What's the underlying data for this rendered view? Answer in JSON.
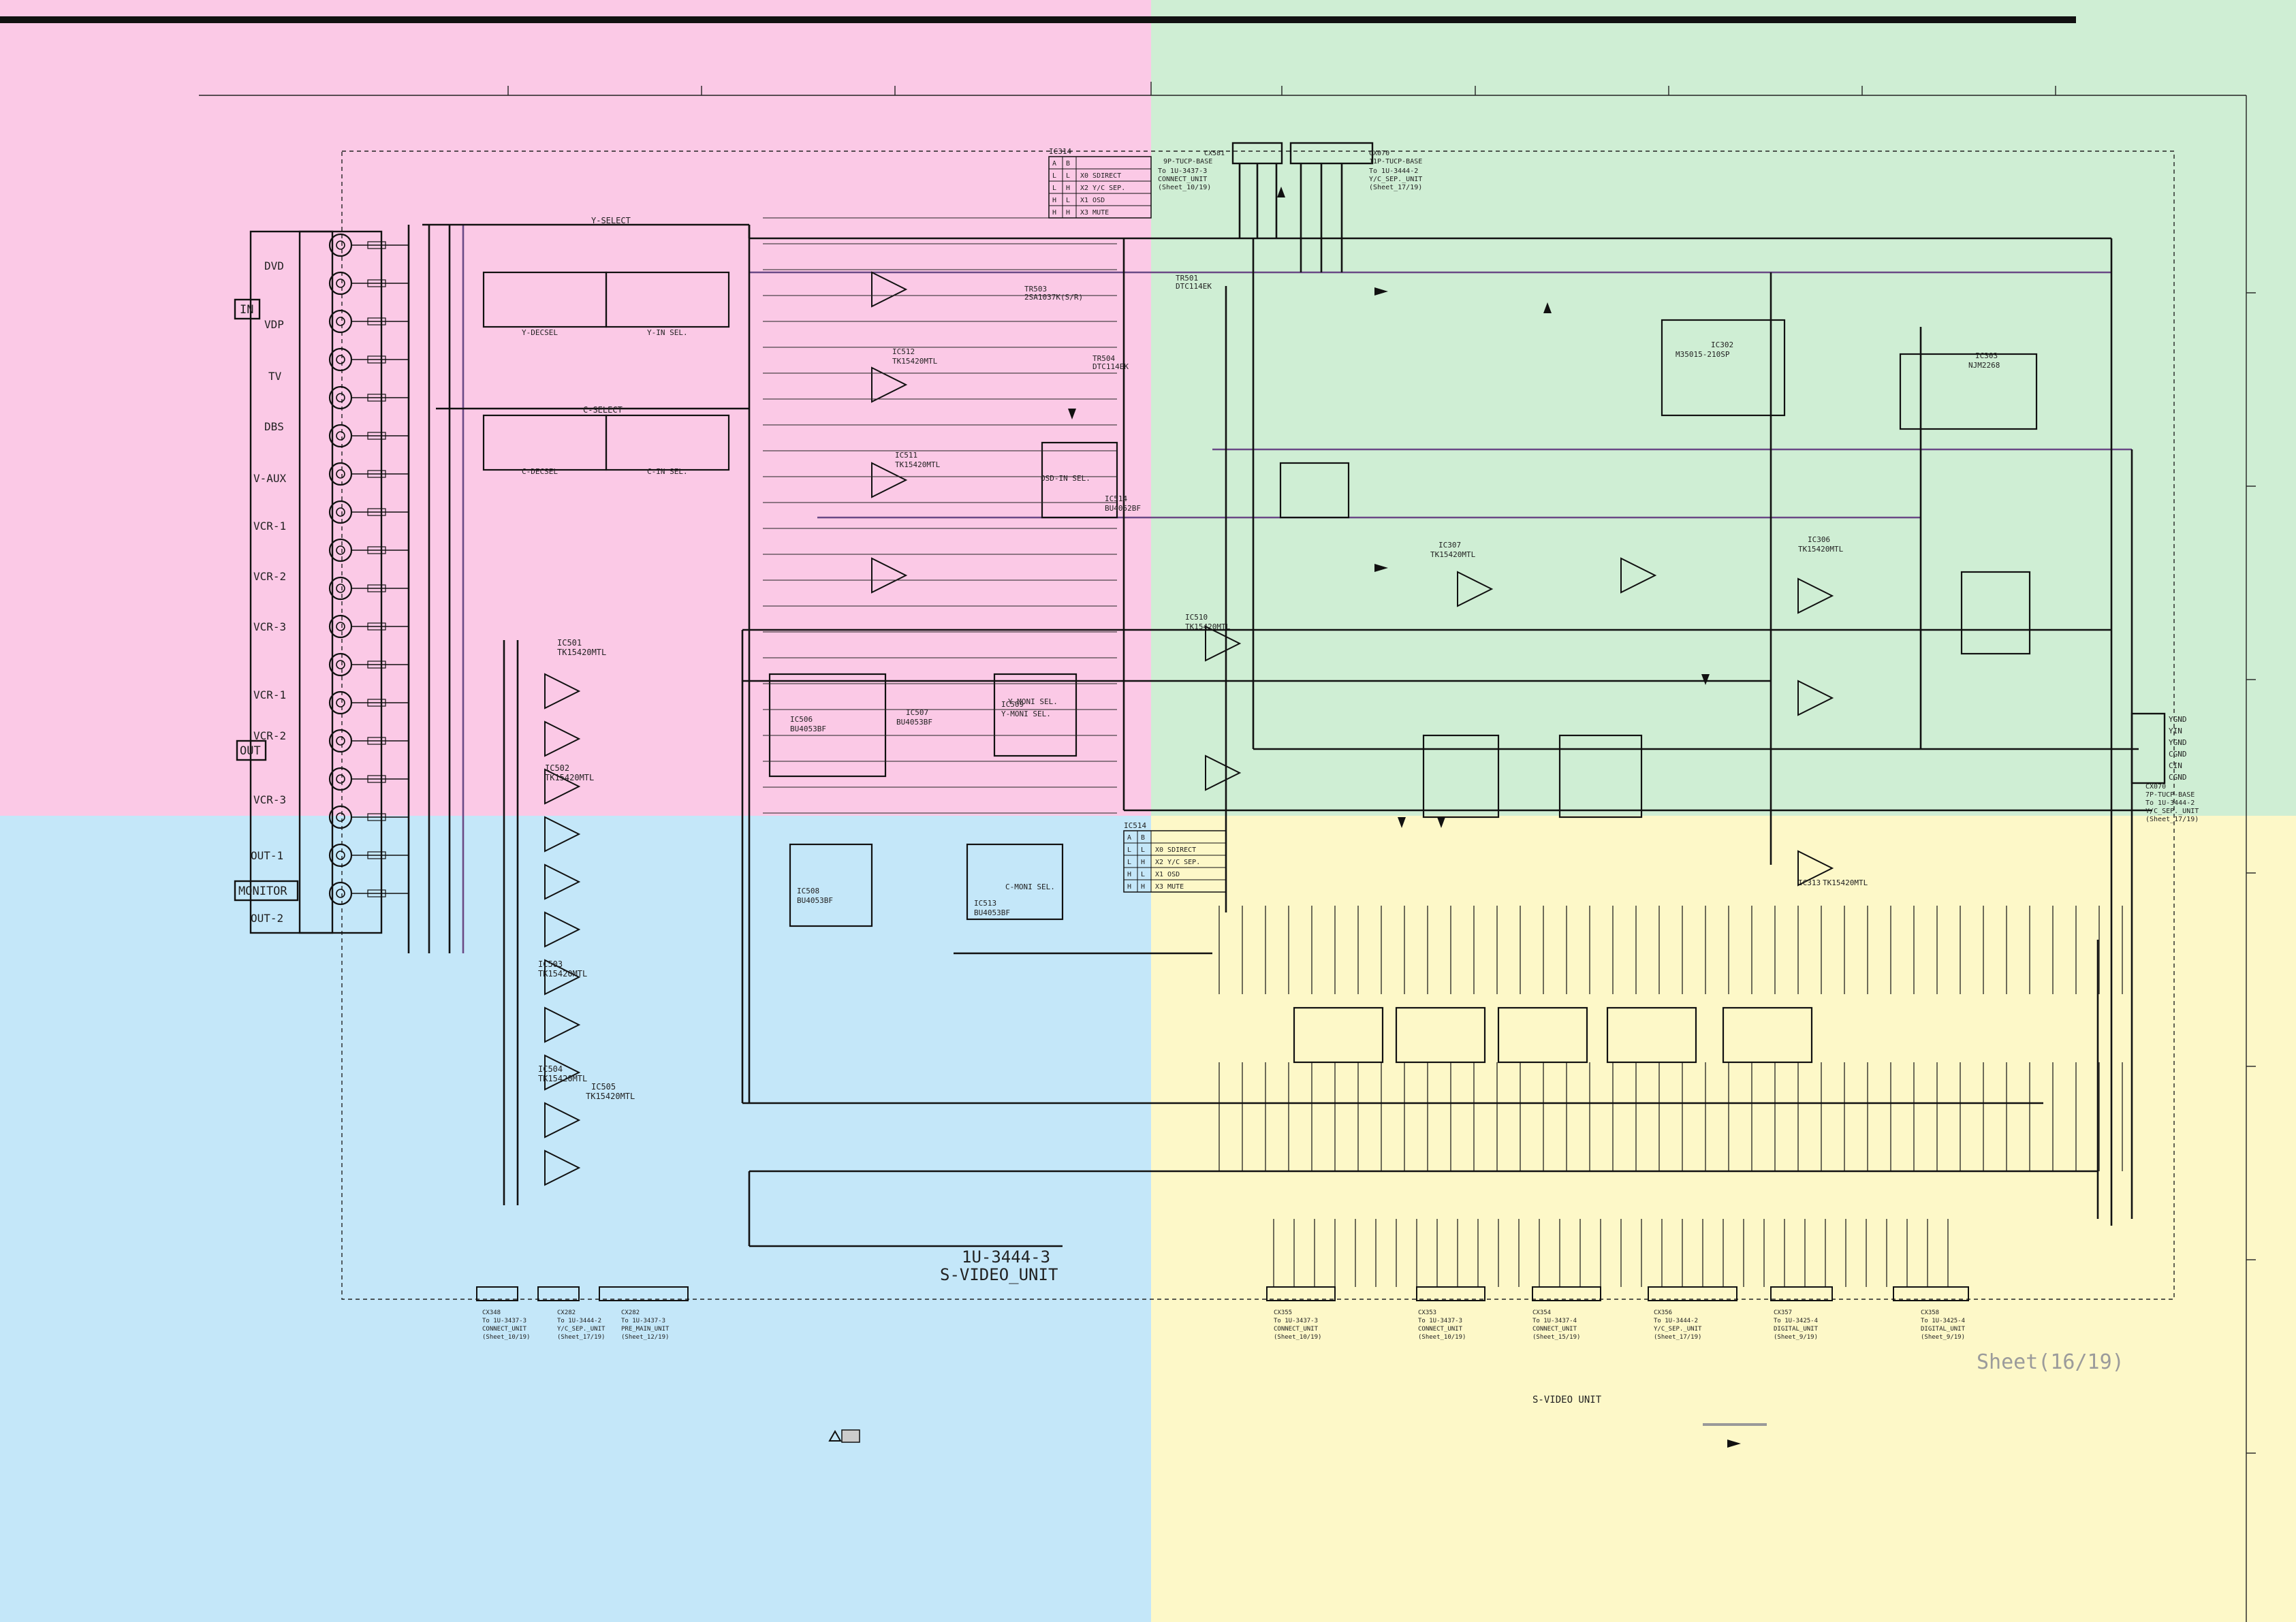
{
  "colors": {
    "top_left": "#fbc9e6",
    "top_right": "#cfeed4",
    "bottom_left": "#c4e7f9",
    "bottom_right": "#fdf8c8",
    "ink": "#111111",
    "wire_purple": "#6a4a86",
    "sheet_label": "#9b9b9b"
  },
  "unit_title": {
    "line1": "1U-3444-3",
    "line2": "S-VIDEO_UNIT"
  },
  "sheet_label": "Sheet(16/19)",
  "footer_label": "S-VIDEO UNIT",
  "left_groups": {
    "in": "IN",
    "out": "OUT",
    "monitor": "MONITOR"
  },
  "inputs": [
    "DVD",
    "VDP",
    "TV",
    "DBS",
    "V-AUX",
    "VCR-1",
    "VCR-2",
    "VCR-3"
  ],
  "outputs": [
    "VCR-1",
    "VCR-2",
    "VCR-3"
  ],
  "monitor_outputs": [
    "OUT-1",
    "OUT-2"
  ],
  "bus_labels": {
    "y_select": "Y-SELECT",
    "c_select": "C-SELECT"
  },
  "truth_tables": [
    {
      "name": "IC314",
      "header": [
        "A",
        "B",
        ""
      ],
      "rows": [
        [
          "L",
          "L",
          "X0 SDIRECT"
        ],
        [
          "L",
          "H",
          "X2 Y/C SEP."
        ],
        [
          "H",
          "L",
          "X1 OSD"
        ],
        [
          "H",
          "H",
          "X3 MUTE"
        ]
      ]
    },
    {
      "name": "IC514",
      "header": [
        "A",
        "B",
        ""
      ],
      "rows": [
        [
          "L",
          "L",
          "X0 SDIRECT"
        ],
        [
          "L",
          "H",
          "X2 Y/C SEP."
        ],
        [
          "H",
          "L",
          "X1 OSD"
        ],
        [
          "H",
          "H",
          "X3 MUTE"
        ]
      ]
    }
  ],
  "ics": [
    {
      "ref": "IC501",
      "part": "TK15420MTL"
    },
    {
      "ref": "IC502",
      "part": "TK15420MTL"
    },
    {
      "ref": "IC503",
      "part": "TK15420MTL"
    },
    {
      "ref": "IC504",
      "part": "TK15420MTL"
    },
    {
      "ref": "IC505",
      "part": "TK15420MTL"
    },
    {
      "ref": "IC506",
      "part": "BU4053BF"
    },
    {
      "ref": "IC507",
      "part": "BU4053BF"
    },
    {
      "ref": "IC508",
      "part": "BU4053BF"
    },
    {
      "ref": "IC509",
      "part": "Y-MONI SEL."
    },
    {
      "ref": "IC510",
      "part": "TK15420MTL"
    },
    {
      "ref": "IC511",
      "part": "TK15420MTL"
    },
    {
      "ref": "IC512",
      "part": "TK15420MTL"
    },
    {
      "ref": "IC513",
      "part": "BU4053BF"
    },
    {
      "ref": "IC514",
      "part": "BU4052BF"
    },
    {
      "ref": "IC302",
      "part": "M35015-210SP"
    },
    {
      "ref": "IC303",
      "part": "NJM2268"
    },
    {
      "ref": "IC306",
      "part": "TK15420MTL"
    },
    {
      "ref": "IC307",
      "part": "TK15420MTL"
    },
    {
      "ref": "IC313",
      "part": "TK15420MTL"
    }
  ],
  "mux_blocks": [
    {
      "name": "Y-DECSEL",
      "sub": "Y-IN SEL."
    },
    {
      "name": "C-DECSEL",
      "sub": "C-IN SEL."
    },
    {
      "name": "OSD-IN SEL."
    },
    {
      "name": "Y-MONI SEL."
    },
    {
      "name": "C-MONI SEL."
    }
  ],
  "transistors": [
    {
      "ref": "TR501",
      "part": "DTC114EK"
    },
    {
      "ref": "TR503",
      "part": "2SA1037K(S/R)"
    },
    {
      "ref": "TR504",
      "part": "DTC114EK"
    }
  ],
  "connectors": [
    {
      "ref": "CX581",
      "title": "9P-TUCP-BASE",
      "to": "To 1U-3437-3",
      "unit": "CONNECT_UNIT",
      "sheet": "(Sheet_10/19)"
    },
    {
      "ref": "CX070",
      "title": "11P-TUCP-BASE",
      "to": "To 1U-3444-2",
      "unit": "Y/C_SEP._UNIT",
      "sheet": "(Sheet_17/19)"
    },
    {
      "ref": "CX070",
      "title": "7P-TUCP-BASE",
      "to": "To 1U-3444-2",
      "unit": "Y/C_SEP._UNIT",
      "sheet": "(Sheet_17/19)"
    }
  ],
  "right_pins": [
    "YGND",
    "YIN",
    "YGND",
    "CGND",
    "CIN",
    "CGND"
  ],
  "bottom_connectors": [
    {
      "ref": "CX348",
      "to": "To 1U-3437-3",
      "unit": "CONNECT_UNIT",
      "sheet": "(Sheet_10/19)"
    },
    {
      "ref": "CX282",
      "to": "To 1U-3444-2",
      "unit": "Y/C_SEP._UNIT",
      "sheet": "(Sheet_17/19)"
    },
    {
      "ref": "CX282",
      "to": "To 1U-3437-3",
      "unit": "PRE_MAIN_UNIT",
      "sheet": "(Sheet_12/19)"
    },
    {
      "ref": "CX355",
      "to": "To 1U-3437-3",
      "unit": "CONNECT_UNIT",
      "sheet": "(Sheet_10/19)"
    },
    {
      "ref": "CX353",
      "to": "To 1U-3437-3",
      "unit": "CONNECT_UNIT",
      "sheet": "(Sheet_10/19)"
    },
    {
      "ref": "CX354",
      "to": "To 1U-3437-4",
      "unit": "CONNECT_UNIT",
      "sheet": "(Sheet_15/19)"
    },
    {
      "ref": "CX356",
      "to": "To 1U-3444-2",
      "unit": "Y/C_SEP._UNIT",
      "sheet": "(Sheet_17/19)"
    },
    {
      "ref": "CX357",
      "to": "To 1U-3425-4",
      "unit": "DIGITAL_UNIT",
      "sheet": "(Sheet_9/19)"
    },
    {
      "ref": "CX358",
      "to": "To 1U-3425-4",
      "unit": "DIGITAL_UNIT",
      "sheet": "(Sheet_9/19)"
    }
  ]
}
